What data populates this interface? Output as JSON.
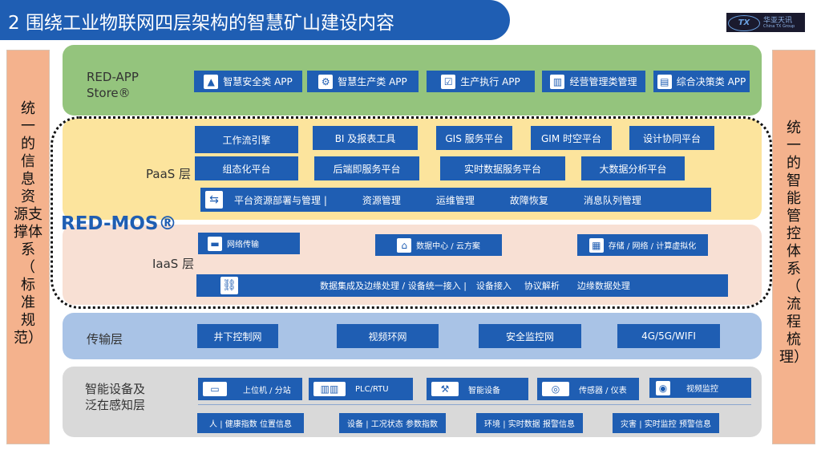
{
  "title": "2 围绕工业物联网四层架构的智慧矿山建设内容",
  "logo": {
    "badge": "TX",
    "text1": "华亚天讯",
    "text2": "China TX Group"
  },
  "left_side": [
    "统",
    "一",
    "的",
    "信",
    "息",
    "资",
    "源支",
    "撑体",
    "系",
    "（",
    "标",
    "准",
    "规",
    "范）"
  ],
  "right_side": [
    "统",
    "一",
    "的",
    "智",
    "能",
    "管",
    "控",
    "体",
    "系",
    "（",
    "流",
    "程",
    "梳",
    "理）"
  ],
  "app": {
    "label1": "RED-APP",
    "label2": "Store®",
    "items": [
      {
        "icon": "warning-icon",
        "label": "智慧安全类 APP"
      },
      {
        "icon": "gear-icon",
        "label": "智慧生产类 APP"
      },
      {
        "icon": "checklist-icon",
        "label": "生产执行 APP"
      },
      {
        "icon": "chart-icon",
        "label": "经营管理类管理"
      },
      {
        "icon": "server-icon",
        "label": "综合决策类 APP"
      }
    ]
  },
  "paas": {
    "label": "PaaS 层",
    "row1": [
      "工作流引擎",
      "BI 及报表工具",
      "GIS 服务平台",
      "GIM 时空平台",
      "设计协同平台"
    ],
    "row2": [
      "组态化平台",
      "后端即服务平台",
      "实时数据服务平台",
      "大数据分析平台"
    ],
    "row3": [
      "平台资源部署与管理 |",
      "资源管理",
      "运维管理",
      "故障恢复",
      "消息队列管理"
    ]
  },
  "redmos": "RED-MOS®",
  "iaas": {
    "label": "IaaS 层",
    "items": [
      "网络传输",
      "数据中心 / 云方案",
      "存储 / 网络 / 计算虚拟化"
    ],
    "bottom": [
      "数据集成及边缘处理 / 设备统一接入 |",
      "设备接入",
      "协议解析",
      "边缘数据处理"
    ]
  },
  "trans": {
    "label": "传输层",
    "items": [
      "井下控制网",
      "视频环网",
      "安全监控网",
      "4G/5G/WIFI"
    ]
  },
  "device": {
    "label1": "智能设备及",
    "label2": "泛在感知层",
    "items": [
      "上位机 / 分站",
      "PLC/RTU",
      "智能设备",
      "传感器 / 仪表",
      "视频监控"
    ],
    "bottom": [
      "人 |  健康指数  位置信息",
      "设备 |  工况状态 参数指数",
      "环境 |  实时数据 报警信息",
      "灾害 |  实时监控 预警信息"
    ]
  },
  "colors": {
    "banner": "#1f5eb3",
    "box": "#1f5eb3",
    "app_bg": "#94c47d",
    "paas_bg": "#fce49d",
    "iaas_bg": "#f8e0d4",
    "trans_bg": "#a9c3e6",
    "device_bg": "#d9d9d9",
    "side_bg": "#f4b28d"
  }
}
